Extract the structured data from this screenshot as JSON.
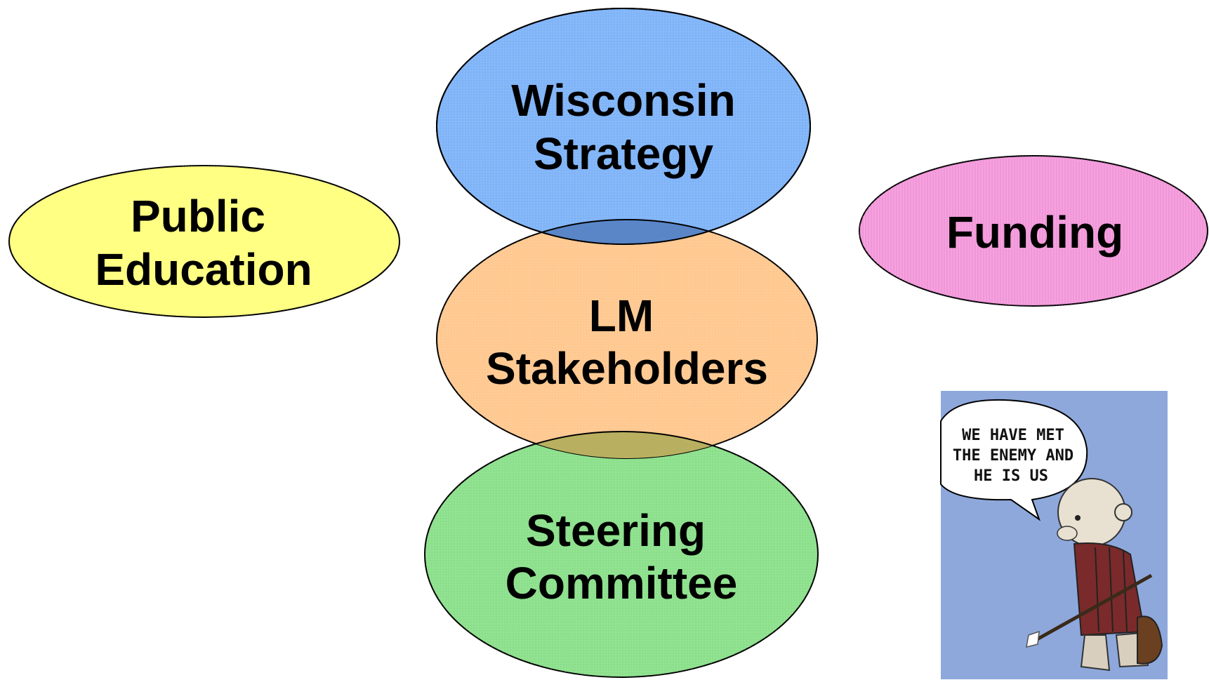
{
  "nodes": {
    "public_education": {
      "line1": "Public",
      "line2": "Education",
      "fill": "#ffff80"
    },
    "wisconsin_strategy": {
      "line1": "Wisconsin",
      "line2": "Strategy",
      "fill": "#80b4f8"
    },
    "lm_stakeholders": {
      "line1": "LM",
      "line2": "Stakeholders",
      "fill": "#ffc890"
    },
    "steering_committee": {
      "line1": "Steering",
      "line2": "Committee",
      "fill": "#8ce08c"
    },
    "funding": {
      "line1": "Funding",
      "fill": "#f8a0e0"
    }
  },
  "cartoon": {
    "speech_line1": "WE HAVE MET",
    "speech_line2": "THE ENEMY AND",
    "speech_line3": "HE IS US",
    "background": "#8ea8dc"
  }
}
